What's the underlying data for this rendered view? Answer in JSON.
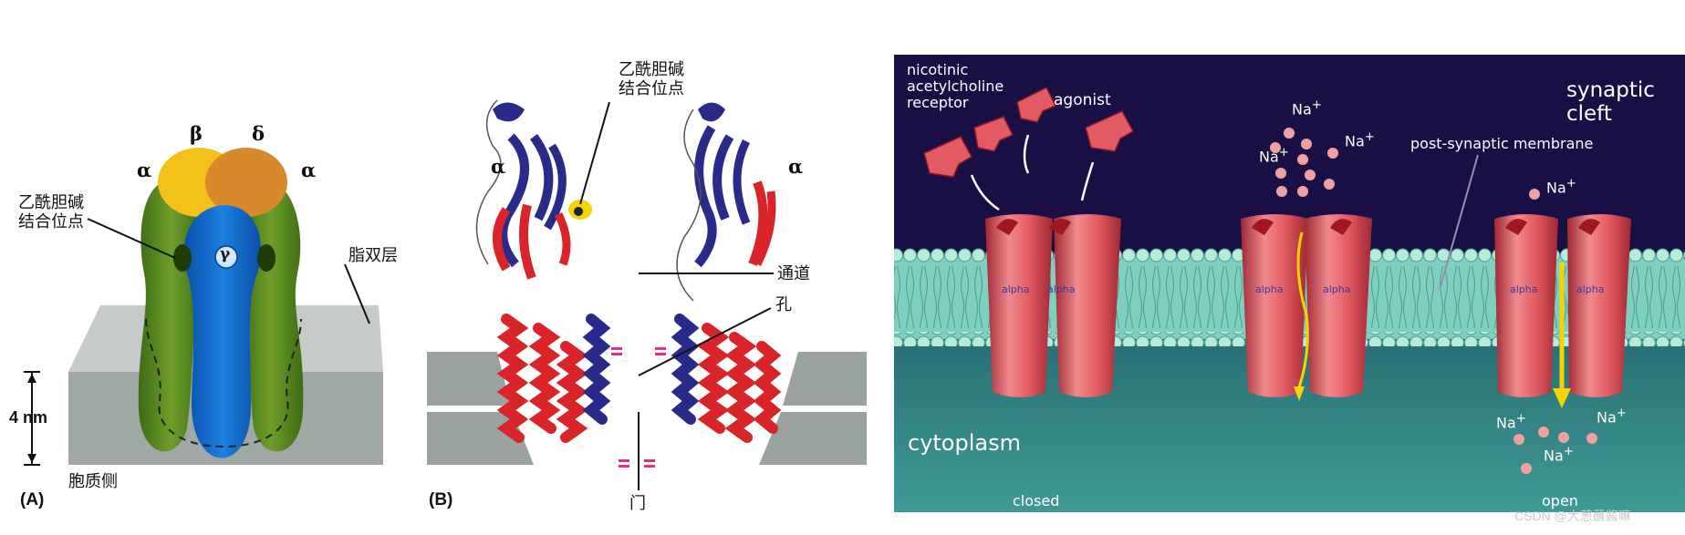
{
  "panelA": {
    "tag": "(A)",
    "subunits": {
      "beta": "β",
      "delta": "δ",
      "alpha_left": "α",
      "alpha_right": "α",
      "gamma": "γ"
    },
    "binding_site": "乙酰胆碱\n结合位点",
    "bilayer": "脂双层",
    "thickness": "4 nm",
    "cytoplasmic_side": "胞质侧"
  },
  "panelB": {
    "tag": "(B)",
    "binding_site": "乙酰胆碱\n结合位点",
    "alpha_left": "α",
    "alpha_right": "α",
    "channel": "通道",
    "pore": "孔",
    "gate": "门"
  },
  "panelC": {
    "receptor": "nicotinic\nacetylcholine\nreceptor",
    "agonist": "agonist",
    "synaptic_cleft": "synaptic cleft",
    "post_synaptic_membrane": "post-synaptic membrane",
    "cytoplasm": "cytoplasm",
    "closed": "closed",
    "open": "open",
    "ion": "Na",
    "ion_charge": "+",
    "alpha": "alpha",
    "colors": {
      "top": "#1a0f45",
      "bottom_top": "#1f5a66",
      "bottom_bottom": "#3f9a95",
      "membrane": "#7fd0c0",
      "channel": "#e25b62"
    }
  },
  "watermark": "CSDN @大葱蘸酱嘛"
}
